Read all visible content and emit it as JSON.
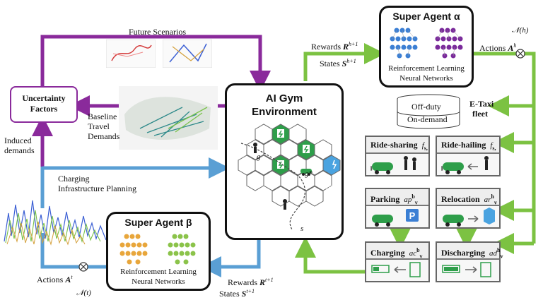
{
  "future_scenarios": "Future Scenarios",
  "uncertainty": [
    "Uncertainty",
    "Factors"
  ],
  "baseline": [
    "Baseline",
    "Travel",
    "Demands"
  ],
  "induced": [
    "Induced",
    "demands"
  ],
  "charging_plan": [
    "Charging",
    "Infrastructure Planning"
  ],
  "gym": [
    "AI Gym",
    "Environment"
  ],
  "alpha": {
    "title": "Super Agent α",
    "nn": [
      "Reinforcement Learning",
      "Neural Networks"
    ],
    "rewards": "Rewards",
    "rewards_sym": "R",
    "rewards_sup": "h+1",
    "states": "States",
    "states_sym": "S",
    "states_sup": "h+1",
    "actions": "Actions",
    "actions_sym": "A",
    "actions_sup": "h",
    "noise": "𝒩(h)"
  },
  "beta": {
    "title": "Super Agent β",
    "nn": [
      "Reinforcement Learning",
      "Neural Networks"
    ],
    "rewards": "Rewards",
    "rewards_sym": "R",
    "rewards_sup": "t+1",
    "states": "States",
    "states_sym": "S",
    "states_sup": "t+1",
    "actions": "Actions",
    "actions_sym": "A",
    "actions_sup": "t",
    "noise": "𝒩(t)"
  },
  "fleet": {
    "off_duty": "Off-duty",
    "on_demand": "On-demand",
    "title": [
      "E-Taxi",
      "fleet"
    ]
  },
  "cards": {
    "ride_sharing": {
      "label": "Ride-sharing",
      "sym": "f",
      "sub": "s, p"
    },
    "ride_hailing": {
      "label": "Ride-hailing",
      "sym": "f",
      "sub": "s, p"
    },
    "parking": {
      "label": "Parking",
      "sym": "ap",
      "sup": "b",
      "sub": "v"
    },
    "relocation": {
      "label": "Relocation",
      "sym": "ar",
      "sup": "h",
      "sub": "v"
    },
    "charging": {
      "label": "Charging",
      "sym": "ac",
      "sup": "b",
      "sub": "v"
    },
    "discharging": {
      "label": "Discharging",
      "sym": "ad",
      "sup": "h",
      "sub": "v"
    }
  },
  "grid_labels": {
    "g": "g",
    "g_star": "g*",
    "h_star": "h*",
    "s": "s"
  },
  "colors": {
    "purple": "#8a2a9b",
    "blue": "#5a9fd4",
    "green": "#7cc242",
    "hex_green": "#2e9e4a",
    "hex_blue": "#4aa3e0"
  }
}
